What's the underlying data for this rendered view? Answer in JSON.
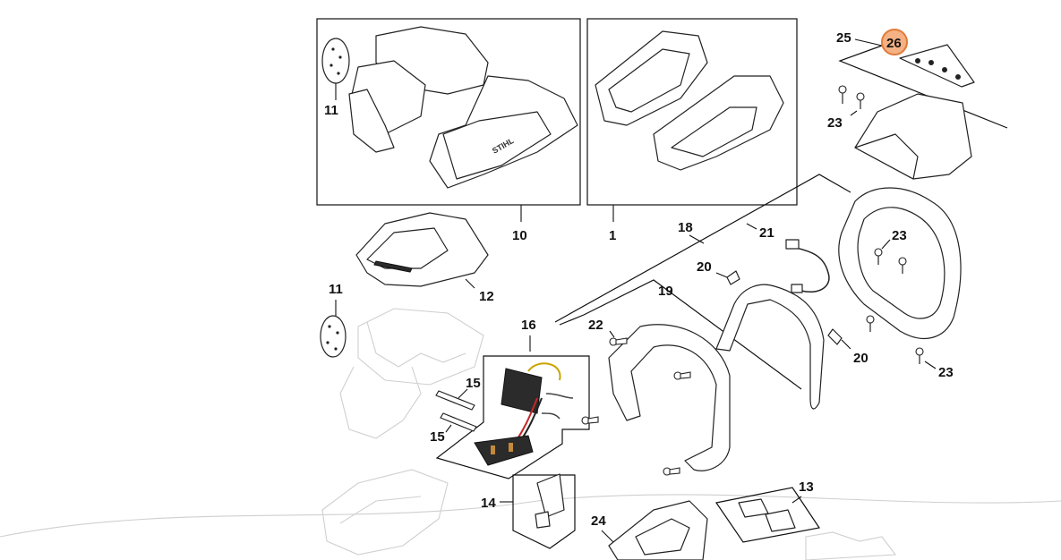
{
  "diagram": {
    "part_numbers": {
      "p1": "1",
      "p10": "10",
      "p11a": "11",
      "p11b": "11",
      "p12": "12",
      "p13": "13",
      "p14": "14",
      "p15a": "15",
      "p15b": "15",
      "p16": "16",
      "p18": "18",
      "p19": "19",
      "p20a": "20",
      "p20b": "20",
      "p21": "21",
      "p22": "22",
      "p23a": "23",
      "p23b": "23",
      "p23c": "23",
      "p24": "24",
      "p25": "25",
      "p26": "26"
    },
    "brand_mark": "STIHL",
    "highlighted_part": "26",
    "colors": {
      "highlight_fill": "#f4b184",
      "highlight_stroke": "#e07b39",
      "line": "#111111",
      "ghost": "#cfcfcf"
    }
  }
}
